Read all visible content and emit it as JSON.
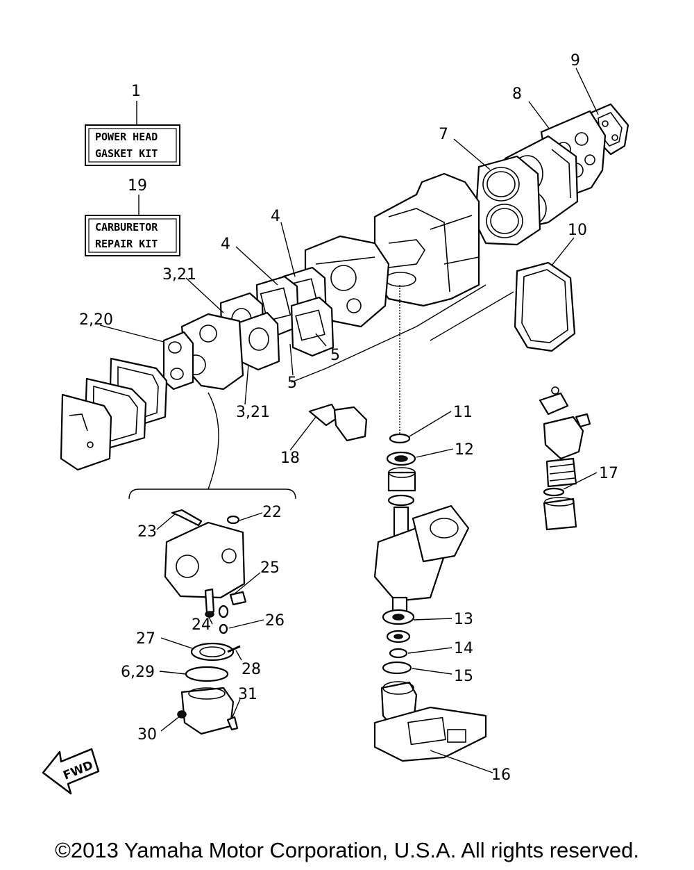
{
  "kits": {
    "power_head": {
      "number": "1",
      "line1": "POWER HEAD",
      "line2": "GASKET KIT"
    },
    "carburetor": {
      "number": "19",
      "line1": "CARBURETOR",
      "line2": "REPAIR KIT"
    }
  },
  "callouts": {
    "c2_20": "2,20",
    "c3_21_top": "3,21",
    "c3_21_bottom": "3,21",
    "c4_left": "4",
    "c4_right": "4",
    "c5_upper": "5",
    "c5_lower": "5",
    "c6_29": "6,29",
    "c7": "7",
    "c8": "8",
    "c9": "9",
    "c10": "10",
    "c11": "11",
    "c12": "12",
    "c13": "13",
    "c14": "14",
    "c15": "15",
    "c16": "16",
    "c17": "17",
    "c18": "18",
    "c22": "22",
    "c23": "23",
    "c24": "24",
    "c25": "25",
    "c26": "26",
    "c27": "27",
    "c28": "28",
    "c30": "30",
    "c31": "31"
  },
  "direction_label": "FWD",
  "copyright": "©2013 Yamaha Motor Corporation, U.S.A. All rights reserved."
}
